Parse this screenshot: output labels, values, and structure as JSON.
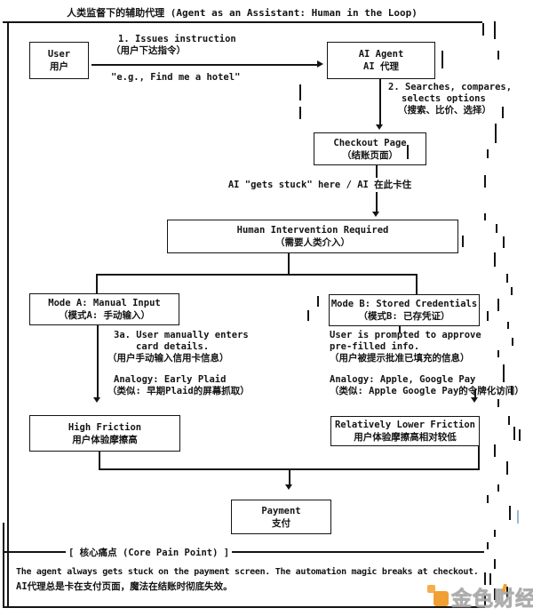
{
  "title": "人类监督下的辅助代理 (Agent as an Assistant: Human in the Loop)",
  "flow": {
    "user_box": {
      "en": "User",
      "zh": "用户"
    },
    "agent_box": {
      "en": "AI Agent",
      "zh": "AI 代理"
    },
    "edge_instruction": {
      "step": "1. Issues instruction",
      "zh": "（用户下达指令）",
      "example": "\"e.g., Find me a hotel\""
    },
    "edge_search": {
      "step": "2. Searches, compares,",
      "step2": "selects options",
      "zh": "（搜索、比价、选择）"
    },
    "checkout_box": {
      "en": "Checkout Page",
      "zh": "（结账页面）"
    },
    "stuck_label": "AI \"gets stuck\" here / AI 在此卡住",
    "intervention_box": {
      "en": "Human Intervention Required",
      "zh": "（需要人类介入）"
    },
    "mode_a": {
      "box": {
        "en": "Mode A: Manual Input",
        "zh": "（模式A: 手动输入）"
      },
      "notes": [
        "3a. User manually enters",
        "card details.",
        "（用户手动输入信用卡信息）",
        "Analogy: Early Plaid",
        "（类似: 早期Plaid的屏幕抓取）"
      ],
      "result_box": {
        "en": "High Friction",
        "zh": "用户体验摩擦高"
      }
    },
    "mode_b": {
      "box": {
        "en": "Mode B: Stored Credentials",
        "zh": "（模式B: 已存凭证）"
      },
      "notes": [
        "User is prompted to approve",
        "pre-filled info.",
        "（用户被提示批准已填充的信息）",
        "Analogy: Apple, Google Pay",
        "（类似: Apple Google Pay的令牌化访问）"
      ],
      "result_box": {
        "en": "Relatively Lower Friction",
        "zh": "用户体验摩擦高相对较低"
      }
    },
    "payment_box": {
      "en": "Payment",
      "zh": "支付"
    }
  },
  "pain_point": {
    "divider_label": "[ 核心痛点 (Core Pain Point) ]",
    "text_en": "The agent always gets stuck on the payment screen. The automation magic breaks at checkout.",
    "text_zh": "AI代理总是卡在支付页面，魔法在结账时彻底失效。"
  },
  "watermark": {
    "brand": "金色财经"
  },
  "colors": {
    "ink": "#141414",
    "background": "#ffffff",
    "watermark_orange": "#F0A032",
    "watermark_gray": "#d2d2d2"
  }
}
